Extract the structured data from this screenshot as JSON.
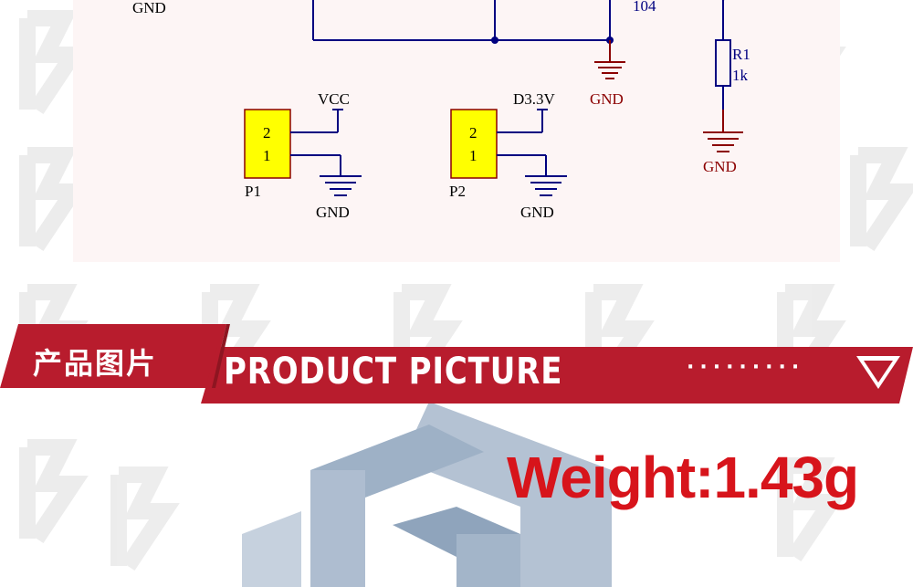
{
  "schematic": {
    "labels": {
      "gnd_top_left": "GND",
      "cap_value": "104",
      "gnd_cap": "GND",
      "r1_ref": "R1",
      "r1_value": "1k",
      "gnd_r1": "GND",
      "vcc": "VCC",
      "d33v": "D3.3V",
      "p1_pin2": "2",
      "p1_pin1": "1",
      "p1_ref": "P1",
      "p1_gnd": "GND",
      "p2_pin2": "2",
      "p2_pin1": "1",
      "p2_ref": "P2",
      "p2_gnd": "GND"
    },
    "colors": {
      "wire": "#000080",
      "gnd_label": "#8b0000",
      "connector_fill": "#ffff00"
    }
  },
  "banner": {
    "cn_title": "产品图片",
    "en_title": "PRODUCT PICTURE",
    "dots": "·········",
    "icon": "triangle-down-icon",
    "colors": {
      "banner_red": "#b81c2d",
      "dark_red": "#8e1521"
    }
  },
  "product": {
    "weight": "Weight:1.43g",
    "weight_color": "#d7141b"
  }
}
